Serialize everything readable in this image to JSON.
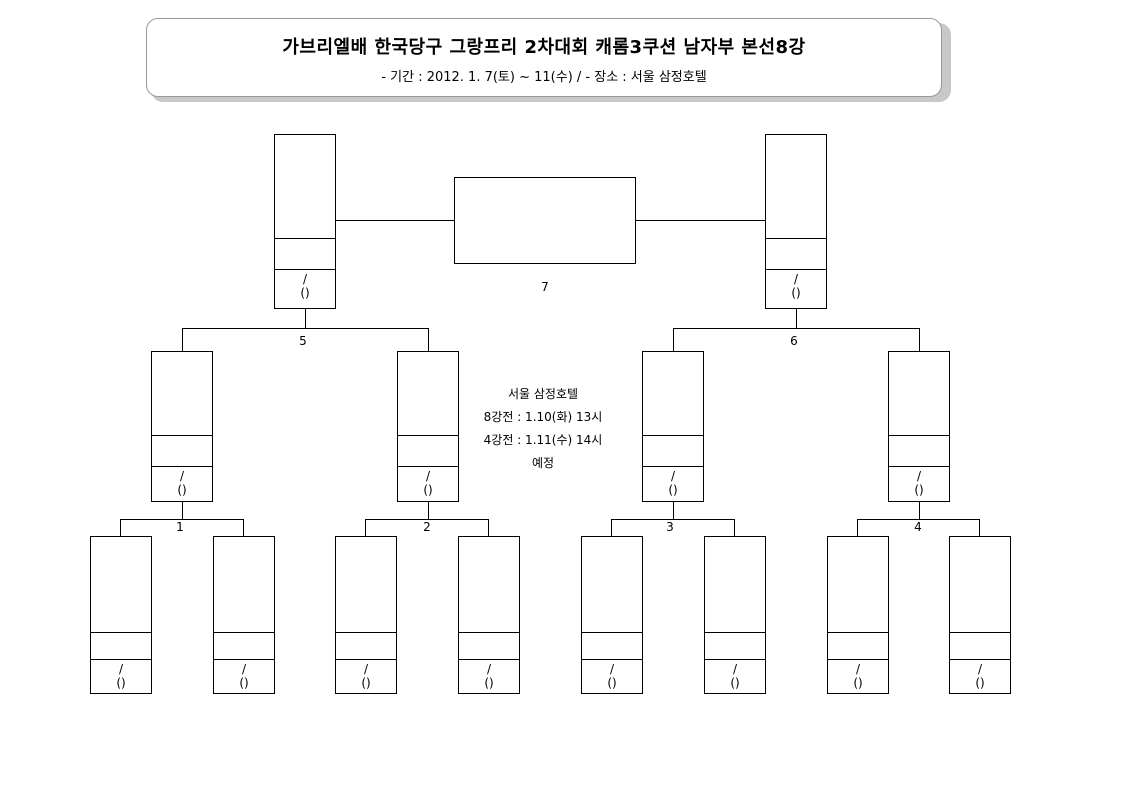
{
  "header": {
    "title": "가브리엘배 한국당구 그랑프리 2차대회 캐롬3쿠션 남자부 본선8강",
    "subtitle": "- 기간 : 2012. 1. 7(토) ~ 11(수)   /   - 장소 : 서울 삼정호텔"
  },
  "info": {
    "venue": "서울 삼정호텔",
    "quarterfinal": "8강전 : 1.10(화) 13시",
    "semifinal": "4강전 : 1.11(수) 14시",
    "note": "예정"
  },
  "score_slash": "/",
  "score_parens": "()",
  "matches": [
    "1",
    "2",
    "3",
    "4",
    "5",
    "6",
    "7"
  ]
}
